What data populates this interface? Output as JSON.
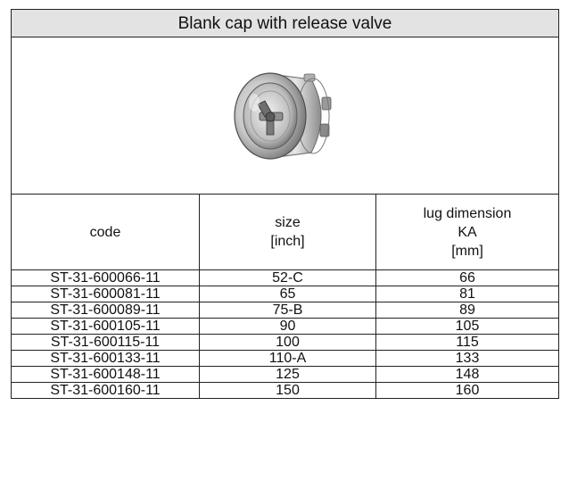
{
  "title": "Blank cap with release valve",
  "product_image": {
    "alt": "",
    "colors": {
      "metal_light": "#d9d9d9",
      "metal_mid": "#a8a8a8",
      "metal_dark": "#5a5a5a",
      "shadow": "#2e2e2e"
    }
  },
  "table": {
    "headers": {
      "code": [
        "code"
      ],
      "size": [
        "size",
        "[inch]"
      ],
      "lug": [
        "lug dimension",
        "KA",
        "[mm]"
      ]
    },
    "rows": [
      {
        "code": "ST-31-600066-11",
        "size": "52-C",
        "lug": "66"
      },
      {
        "code": "ST-31-600081-11",
        "size": "65",
        "lug": "81"
      },
      {
        "code": "ST-31-600089-11",
        "size": "75-B",
        "lug": "89"
      },
      {
        "code": "ST-31-600105-11",
        "size": "90",
        "lug": "105"
      },
      {
        "code": "ST-31-600115-11",
        "size": "100",
        "lug": "115"
      },
      {
        "code": "ST-31-600133-11",
        "size": "110-A",
        "lug": "133"
      },
      {
        "code": "ST-31-600148-11",
        "size": "125",
        "lug": "148"
      },
      {
        "code": "ST-31-600160-11",
        "size": "150",
        "lug": "160"
      }
    ]
  }
}
